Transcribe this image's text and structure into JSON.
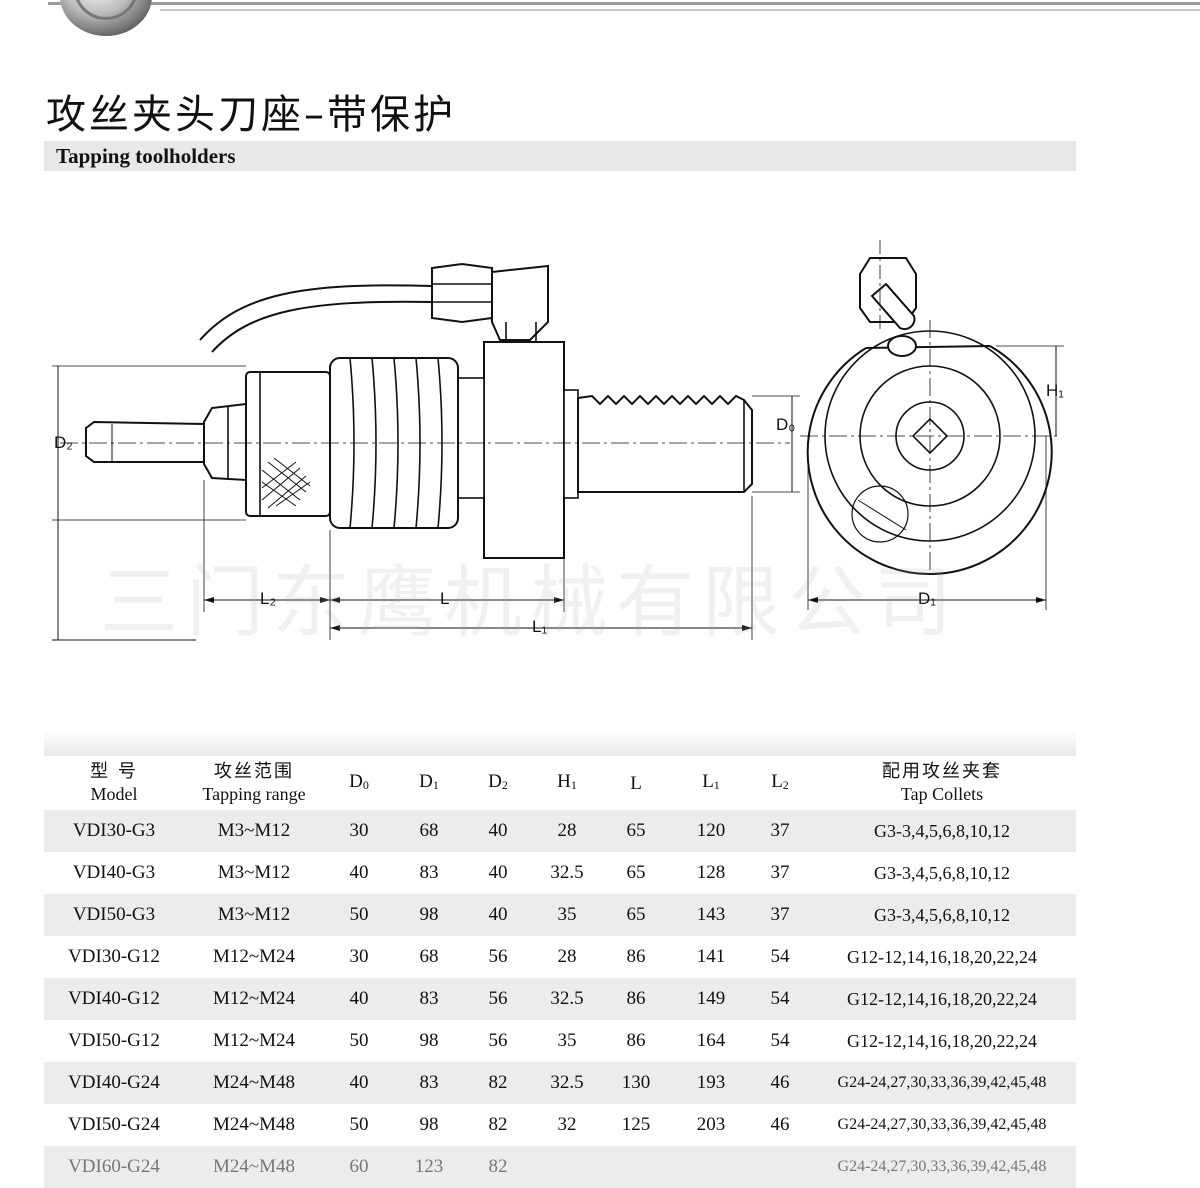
{
  "page": {
    "title_cn": "攻丝夹头刀座–带保护",
    "title_en": "Tapping toolholders"
  },
  "drawing": {
    "dimension_labels": {
      "D2": "D₂",
      "D0": "D₀",
      "H1": "H₁",
      "L2": "L₂",
      "L": "L",
      "L1": "L₁",
      "D1": "D₁"
    }
  },
  "watermark": "三门东鹰机械有限公司",
  "table": {
    "headers": {
      "model": {
        "cn": "型 号",
        "en": "Model"
      },
      "range": {
        "cn": "攻丝范围",
        "en": "Tapping range"
      },
      "d0": "D0",
      "d1": "D1",
      "d2": "D2",
      "h1": "H1",
      "l": "L",
      "l1": "L1",
      "l2": "L2",
      "collets": {
        "cn": "配用攻丝夹套",
        "en": "Tap Collets"
      }
    },
    "rows": [
      [
        "VDI30-G3",
        "M3~M12",
        "30",
        "68",
        "40",
        "28",
        "65",
        "120",
        "37",
        "G3-3,4,5,6,8,10,12"
      ],
      [
        "VDI40-G3",
        "M3~M12",
        "40",
        "83",
        "40",
        "32.5",
        "65",
        "128",
        "37",
        "G3-3,4,5,6,8,10,12"
      ],
      [
        "VDI50-G3",
        "M3~M12",
        "50",
        "98",
        "40",
        "35",
        "65",
        "143",
        "37",
        "G3-3,4,5,6,8,10,12"
      ],
      [
        "VDI30-G12",
        "M12~M24",
        "30",
        "68",
        "56",
        "28",
        "86",
        "141",
        "54",
        "G12-12,14,16,18,20,22,24"
      ],
      [
        "VDI40-G12",
        "M12~M24",
        "40",
        "83",
        "56",
        "32.5",
        "86",
        "149",
        "54",
        "G12-12,14,16,18,20,22,24"
      ],
      [
        "VDI50-G12",
        "M12~M24",
        "50",
        "98",
        "56",
        "35",
        "86",
        "164",
        "54",
        "G12-12,14,16,18,20,22,24"
      ],
      [
        "VDI40-G24",
        "M24~M48",
        "40",
        "83",
        "82",
        "32.5",
        "130",
        "193",
        "46",
        "G24-24,27,30,33,36,39,42,45,48"
      ],
      [
        "VDI50-G24",
        "M24~M48",
        "50",
        "98",
        "82",
        "32",
        "125",
        "203",
        "46",
        "G24-24,27,30,33,36,39,42,45,48"
      ],
      [
        "VDI60-G24",
        "M24~M48",
        "60",
        "123",
        "82",
        "",
        "",
        "",
        "",
        "G24-24,27,30,33,36,39,42,45,48"
      ]
    ]
  }
}
